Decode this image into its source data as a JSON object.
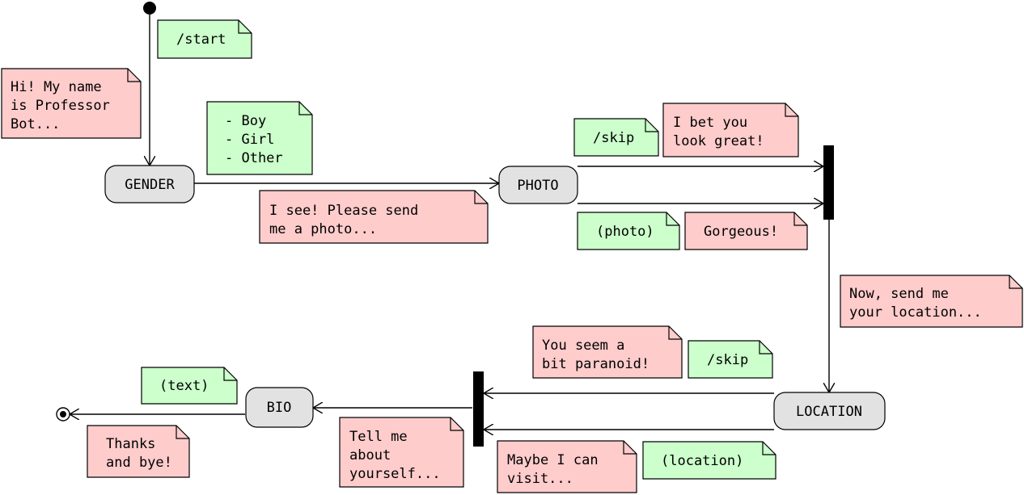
{
  "colors": {
    "bot_note": "#ffcccc",
    "user_note": "#ccffcc",
    "state_fill": "#e2e2e2",
    "stroke": "#000000"
  },
  "states": {
    "gender": "GENDER",
    "photo": "PHOTO",
    "location": "LOCATION",
    "bio": "BIO"
  },
  "notes": {
    "start_cmd": [
      "/start"
    ],
    "intro": [
      "Hi! My name",
      "is Professor",
      "Bot..."
    ],
    "gender_options": [
      "- Boy",
      "- Girl",
      "- Other"
    ],
    "ask_photo": [
      "I see! Please send",
      "me a photo..."
    ],
    "skip_photo": [
      "/skip"
    ],
    "bet_great": [
      "I bet you",
      "look great!"
    ],
    "photo_input": [
      "(photo)"
    ],
    "gorgeous": [
      "Gorgeous!"
    ],
    "ask_location": [
      "Now, send me",
      "your location..."
    ],
    "paranoid": [
      "You seem a",
      "bit paranoid!"
    ],
    "skip_location": [
      "/skip"
    ],
    "location_input": [
      "(location)"
    ],
    "maybe_visit": [
      "Maybe I can",
      "visit..."
    ],
    "tell_me": [
      "Tell me",
      "about",
      "yourself..."
    ],
    "text_input": [
      "(text)"
    ],
    "thanks": [
      "Thanks",
      "and bye!"
    ]
  }
}
